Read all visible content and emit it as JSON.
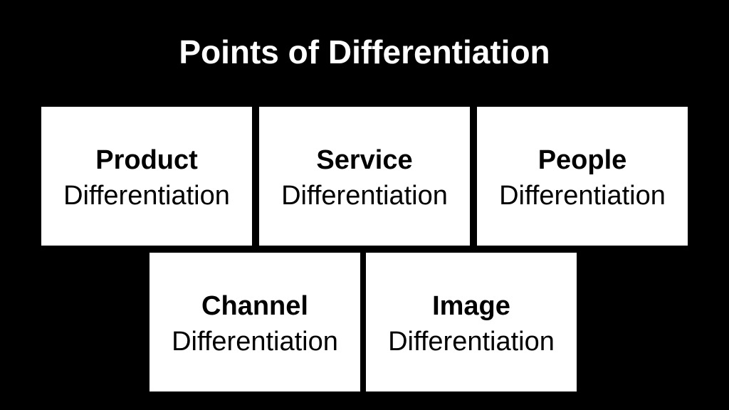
{
  "title": "Points of Differentiation",
  "boxes": [
    {
      "heading": "Product",
      "subheading": "Differentiation"
    },
    {
      "heading": "Service",
      "subheading": "Differentiation"
    },
    {
      "heading": "People",
      "subheading": "Differentiation"
    },
    {
      "heading": "Channel",
      "subheading": "Differentiation"
    },
    {
      "heading": "Image",
      "subheading": "Differentiation"
    }
  ],
  "colors": {
    "background": "#000000",
    "box_fill": "#ffffff",
    "title_text": "#ffffff",
    "box_text": "#000000"
  }
}
